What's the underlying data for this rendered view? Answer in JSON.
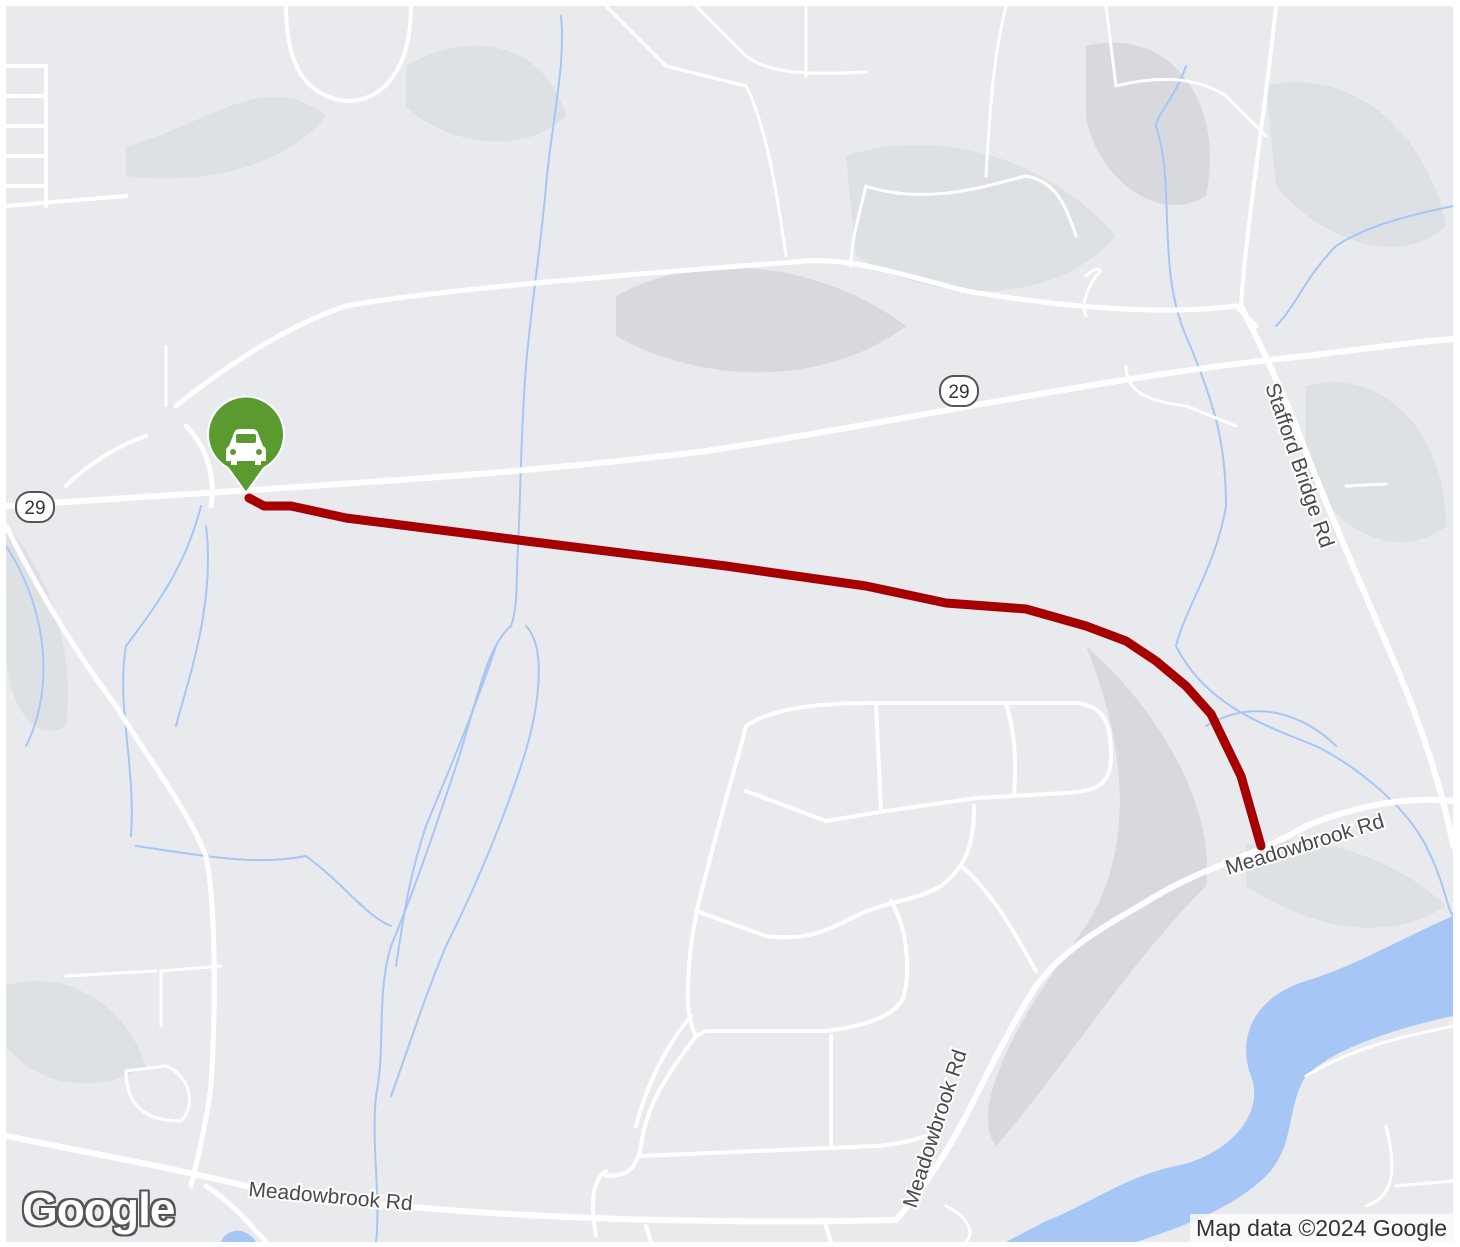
{
  "map": {
    "route_color": "#a60000",
    "water_color": "#a6c6f5",
    "marker_color": "#5b9a2f",
    "marker_icon": "car-icon",
    "shields": [
      {
        "label": "29"
      },
      {
        "label": "29"
      }
    ],
    "road_labels": {
      "meadowbrook_bottom": "Meadowbrook Rd",
      "meadowbrook_vertical": "Meadowbrook Rd",
      "meadowbrook_right": "Meadowbrook Rd",
      "stafford_bridge": "Stafford Bridge Rd"
    },
    "attribution": "Map data ©2024 Google",
    "logo": "Google"
  }
}
